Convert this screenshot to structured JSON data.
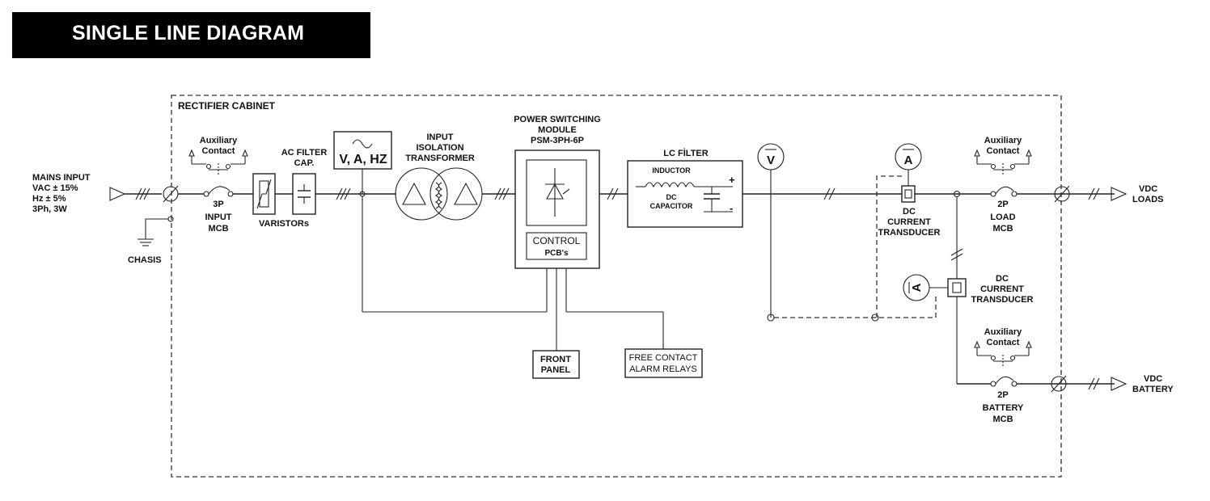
{
  "title": "SINGLE LINE DIAGRAM",
  "cabinet_label": "RECTIFIER CABINET",
  "mains_input": [
    "MAINS INPUT",
    "VAC ± 15%",
    "Hz ± 5%",
    "3Ph, 3W"
  ],
  "chasis": "CHASIS",
  "input_aux": [
    "Auxiliary",
    "Contact"
  ],
  "input_mcb": [
    "3P",
    "INPUT",
    "MCB"
  ],
  "varistors": "VARISTORs",
  "ac_filter": [
    "AC FILTER",
    "CAP."
  ],
  "meter_label": "V, A, HZ",
  "transformer": [
    "INPUT",
    "ISOLATION",
    "TRANSFORMER"
  ],
  "psm": [
    "POWER SWITCHING",
    "MODULE",
    "PSM-3PH-6P"
  ],
  "control": "CONTROL",
  "pcbs": "PCB's",
  "front_panel": [
    "FRONT",
    "PANEL"
  ],
  "alarm_relays": [
    "FREE CONTACT",
    "ALARM RELAYS"
  ],
  "lc_filter": "LC FİLTER",
  "inductor": "INDUCTOR",
  "dc_capacitor": [
    "DC",
    "CAPACITOR"
  ],
  "plus": "+",
  "minus": "-",
  "volt_symbol": "V",
  "amp_symbol": "A",
  "dc_transducer_1": [
    "DC",
    "CURRENT",
    "TRANSDUCER"
  ],
  "dc_transducer_2": [
    "DC",
    "CURRENT",
    "TRANSDUCER"
  ],
  "load_aux": [
    "Auxiliary",
    "Contact"
  ],
  "load_mcb": [
    "2P",
    "LOAD",
    "MCB"
  ],
  "vdc_loads": [
    "VDC",
    "LOADS"
  ],
  "battery_aux": [
    "Auxiliary",
    "Contact"
  ],
  "battery_mcb": [
    "2P",
    "BATTERY",
    "MCB"
  ],
  "vdc_battery": [
    "VDC",
    "BATTERY"
  ]
}
